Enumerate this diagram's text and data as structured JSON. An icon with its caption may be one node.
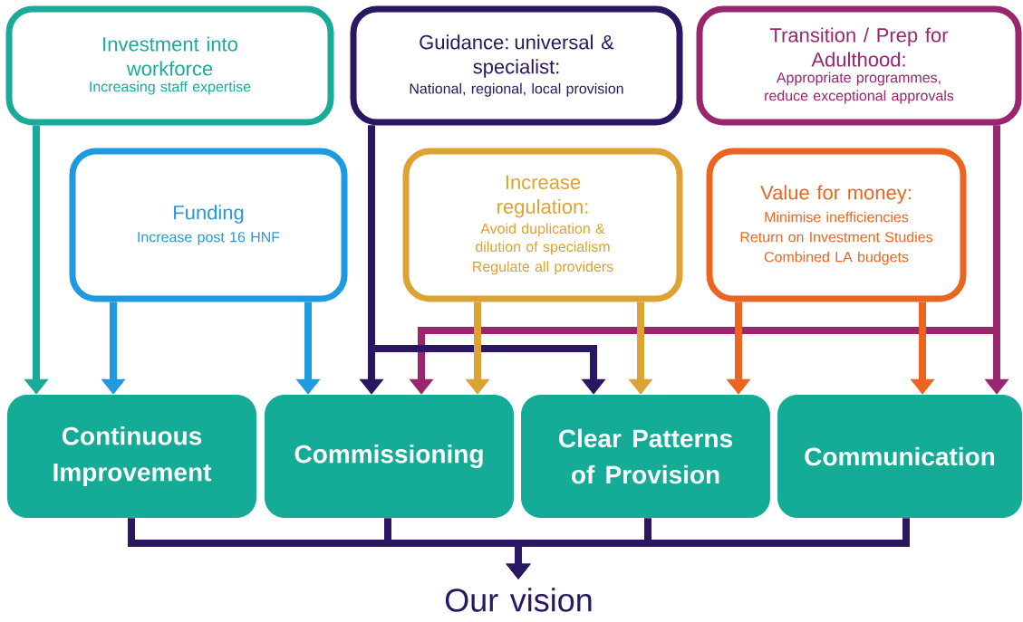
{
  "diagram": {
    "nodes": [
      {
        "text": [
          "Investment into workforce",
          "Increasing staff expertise"
        ]
      },
      {
        "text": [
          "Guidance: universal & specialist:",
          "National, regional, local provision"
        ]
      },
      {
        "text": [
          "Transition / Prep for Adulthood:",
          "Appropriate programmes, reduce exceptional approvals"
        ]
      },
      {
        "text": [
          "Funding",
          "Increase post 16 HNF"
        ]
      },
      {
        "text": [
          "Increase regulation:",
          "Avoid duplication & dilution of specialism",
          "Regulate all providers"
        ]
      },
      {
        "text": [
          "Value for money:",
          "Minimise inefficiencies",
          "Return on Investment Studies",
          "Combined LA budgets"
        ]
      },
      {
        "text": [
          "Continuous Improvement"
        ]
      },
      {
        "text": [
          "Commissioning"
        ]
      },
      {
        "text": [
          "Clear Patterns of Provision"
        ]
      },
      {
        "text": [
          "Communication"
        ]
      },
      {
        "text": [
          "Our vision"
        ]
      }
    ],
    "edges": [
      {
        "from": 0,
        "to": 6,
        "arrow": "to",
        "color": "#1aab98"
      },
      {
        "from": 3,
        "to": 6,
        "arrow": "to",
        "color": "#1e9be0"
      },
      {
        "from": 3,
        "to": 7,
        "arrow": "to",
        "color": "#1e9be0"
      },
      {
        "from": 1,
        "to": 7,
        "arrow": "to",
        "color": "#2a1762"
      },
      {
        "from": 1,
        "to": 8,
        "arrow": "to",
        "color": "#2a1762"
      },
      {
        "from": 4,
        "to": 7,
        "arrow": "to",
        "color": "#dca232"
      },
      {
        "from": 4,
        "to": 8,
        "arrow": "to",
        "color": "#dca232"
      },
      {
        "from": 5,
        "to": 8,
        "arrow": "to",
        "color": "#eb6520"
      },
      {
        "from": 5,
        "to": 9,
        "arrow": "to",
        "color": "#eb6520"
      },
      {
        "from": 2,
        "to": 7,
        "arrow": "to",
        "color": "#9b2670"
      },
      {
        "from": 2,
        "to": 9,
        "arrow": "to",
        "color": "#9b2670"
      },
      {
        "from": 6,
        "to": 10,
        "arrow": "to",
        "color": "#2a1762"
      },
      {
        "from": 7,
        "to": 10,
        "arrow": "to",
        "color": "#2a1762"
      },
      {
        "from": 8,
        "to": 10,
        "arrow": "to",
        "color": "#2a1762"
      },
      {
        "from": 9,
        "to": 10,
        "arrow": "to",
        "color": "#2a1762"
      }
    ]
  }
}
